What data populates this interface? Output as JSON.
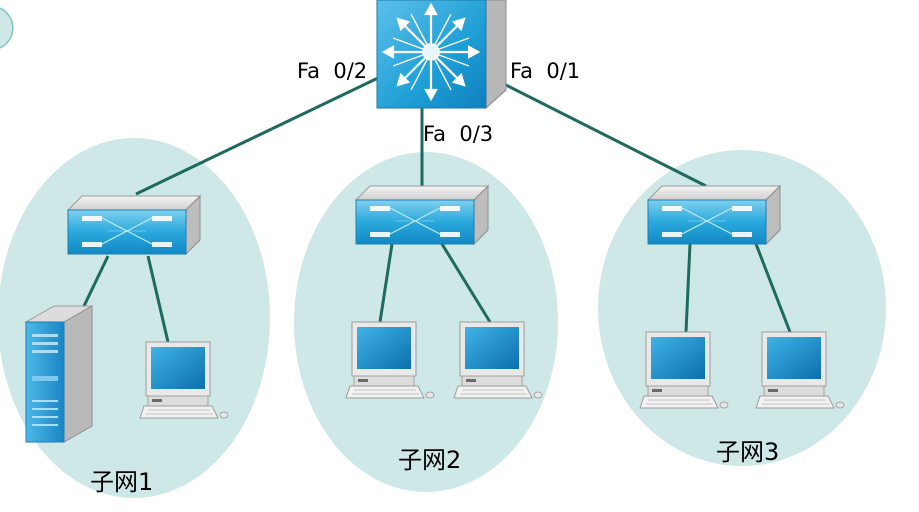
{
  "diagram": {
    "core_switch": {
      "icon": "layer3-switch-icon",
      "color": "#1e9fd6"
    },
    "ports": {
      "left": "Fa  0/2",
      "right": "Fa  0/1",
      "middle": "Fa  0/3"
    },
    "subnets": [
      {
        "label": "子网1",
        "switch_icon": "workgroup-switch-icon",
        "devices": [
          "server-tower-icon",
          "computer-icon"
        ]
      },
      {
        "label": "子网2",
        "switch_icon": "workgroup-switch-icon",
        "devices": [
          "computer-icon",
          "computer-icon"
        ]
      },
      {
        "label": "子网3",
        "switch_icon": "workgroup-switch-icon",
        "devices": [
          "computer-icon",
          "computer-icon"
        ]
      }
    ],
    "colors": {
      "subnet_fill": "#cde8e7",
      "link": "#1f6a5f",
      "switch_blue": "#2aa9dd",
      "screen_blue": "#1687c5"
    }
  }
}
